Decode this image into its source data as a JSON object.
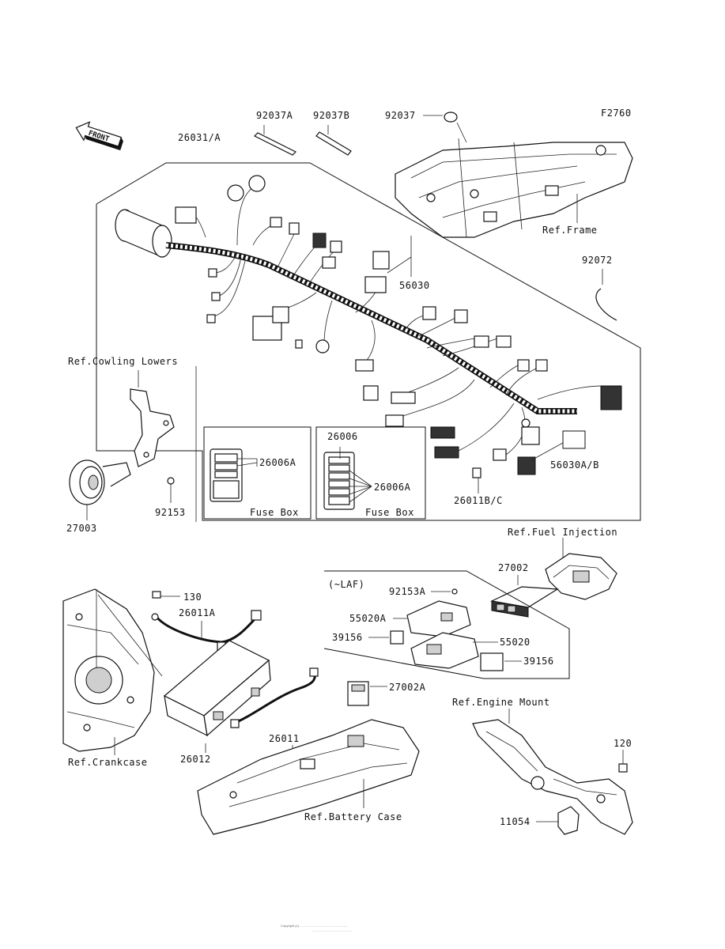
{
  "figure_code": "F2760",
  "front_label": "FRONT",
  "labels": {
    "l_92037A": "92037A",
    "l_92037B": "92037B",
    "l_92037": "92037",
    "l_26031A": "26031/A",
    "l_ref_frame": "Ref.Frame",
    "l_92072": "92072",
    "l_56030": "56030",
    "l_ref_cowling": "Ref.Cowling Lowers",
    "l_26006": "26006",
    "l_26006A_left": "26006A",
    "l_26006A_right": "26006A",
    "l_fusebox_left": "Fuse Box",
    "l_fusebox_right": "Fuse Box",
    "l_56030AB": "56030A/B",
    "l_26011BC": "26011B/C",
    "l_27003": "27003",
    "l_92153": "92153",
    "l_ref_fuel": "Ref.Fuel Injection",
    "l_27002": "27002",
    "l_lafnote": "(~LAF)",
    "l_92153A": "92153A",
    "l_55020A": "55020A",
    "l_55020": "55020",
    "l_39156_left": "39156",
    "l_39156_right": "39156",
    "l_130": "130",
    "l_26011A": "26011A",
    "l_27002A": "27002A",
    "l_ref_engine_mount": "Ref.Engine Mount",
    "l_120": "120",
    "l_11054": "11054",
    "l_26011": "26011",
    "l_ref_crankcase": "Ref.Crankcase",
    "l_26012": "26012",
    "l_ref_battery_case": "Ref.Battery Case"
  }
}
